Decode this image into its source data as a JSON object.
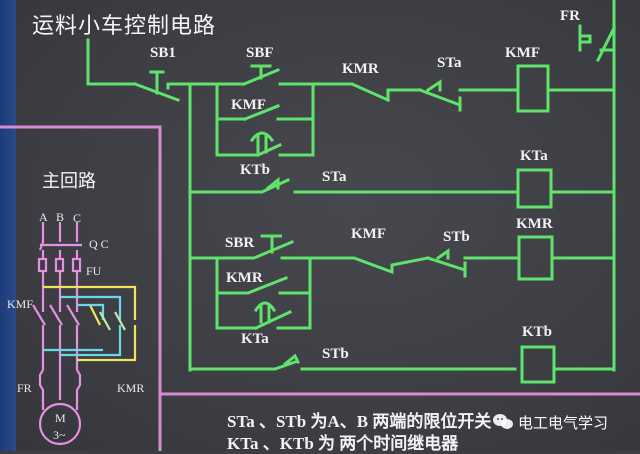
{
  "title": "运料小车控制电路",
  "main_circuit": {
    "title": "主回路",
    "phases": [
      "A",
      "B",
      "C"
    ],
    "labels": {
      "qc": "Q C",
      "fu": "FU",
      "kmf": "KMF",
      "fr": "FR",
      "kmr": "KMR",
      "motor_m": "M",
      "motor_3": "3~"
    }
  },
  "control_circuit": {
    "labels": {
      "sb1": "SB1",
      "sbf": "SBF",
      "kmr_r1": "KMR",
      "sta_r1": "STa",
      "kmf_coil": "KMF",
      "fr": "FR",
      "kmf_hold": "KMF",
      "ktb_contact": "KTb",
      "sta_r2": "STa",
      "kta_coil": "KTa",
      "sbr": "SBR",
      "kmf_r3": "KMF",
      "stb_r3": "STb",
      "kmr_coil": "KMR",
      "kmr_hold": "KMR",
      "kta_contact": "KTa",
      "stb_r4": "STb",
      "ktb_coil": "KTb"
    }
  },
  "notes": [
    "STa 、STb 为A、B 两端的限位开关",
    "KTa 、KTb 为 两个时间继电器"
  ],
  "watermark": "电工电气学习",
  "colors": {
    "control_wire": "#5fe36a",
    "main_wire": "#e78fe0",
    "divider": "#d98ad6",
    "yellow_wire": "#f3e35a",
    "cyan_wire": "#6fd6e8",
    "background": "#3e3f45"
  }
}
